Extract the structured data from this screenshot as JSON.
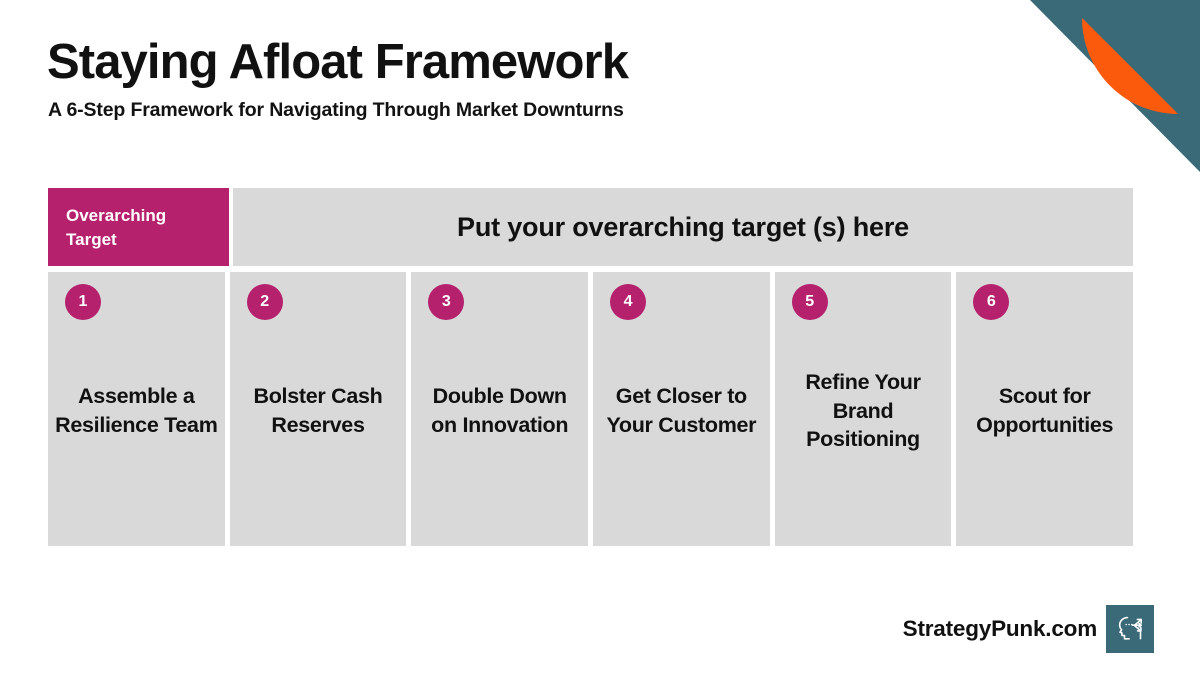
{
  "slide": {
    "title": "Staying Afloat Framework",
    "subtitle": "A 6-Step Framework for Navigating Through Market Downturns"
  },
  "overarching": {
    "label": "Overarching\nTarget",
    "label_line1": "Overarching",
    "label_line2": "Target",
    "value": "Put your overarching target (s) here"
  },
  "steps": [
    {
      "number": "1",
      "label": "Assemble a Resilience Team"
    },
    {
      "number": "2",
      "label": "Bolster Cash Reserves"
    },
    {
      "number": "3",
      "label": "Double Down on Innovation"
    },
    {
      "number": "4",
      "label": "Get Closer to Your Customer"
    },
    {
      "number": "5",
      "label": "Refine Your Brand Positioning"
    },
    {
      "number": "6",
      "label": "Scout for Opportunities"
    }
  ],
  "footer": {
    "brand": "StrategyPunk.com",
    "logo_icon": "head-profile-arrows-icon"
  },
  "decor": {
    "corner_triangle_icon": "corner-triangle-shape",
    "corner_arc_icon": "quarter-ring-arc-shape"
  },
  "colors": {
    "magenta": "#b5216d",
    "teal": "#3a6a78",
    "orange": "#fb5a0d",
    "panel_gray": "#d9d9d9",
    "text_dark": "#111111",
    "background": "#ffffff"
  }
}
